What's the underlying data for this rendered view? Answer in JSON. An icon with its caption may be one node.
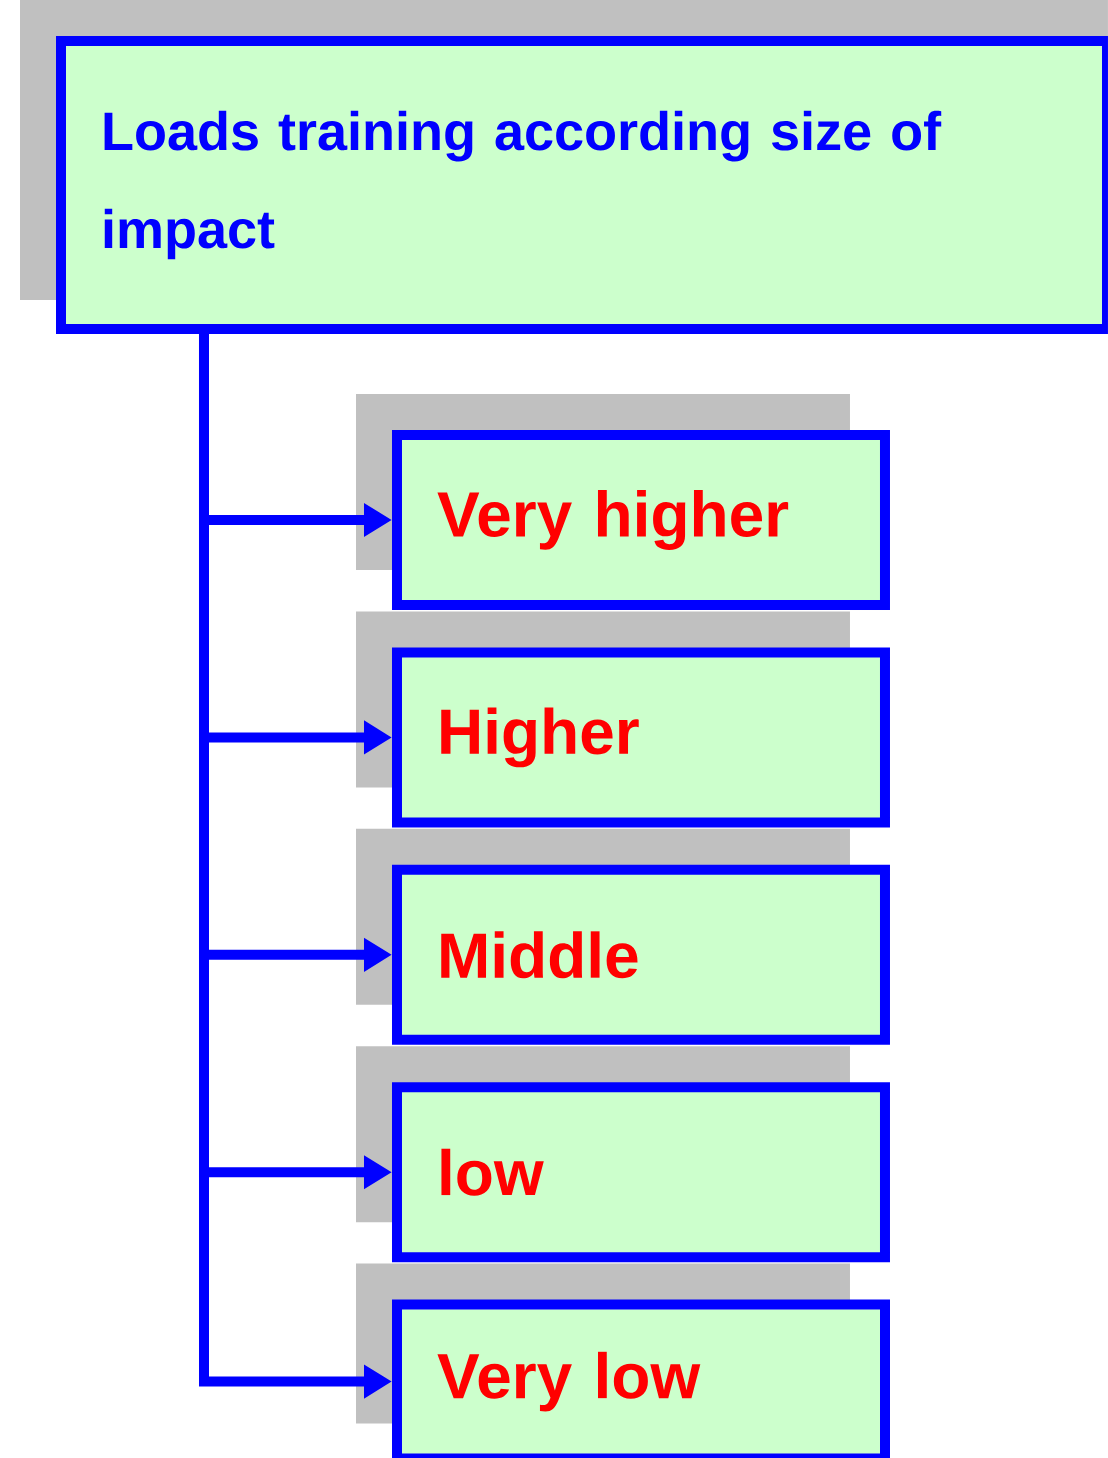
{
  "diagram": {
    "nodes": [
      {
        "text": [
          "Loads training according size of impact"
        ]
      },
      {
        "text": [
          "Very higher"
        ]
      },
      {
        "text": [
          "Higher"
        ]
      },
      {
        "text": [
          "Middle"
        ]
      },
      {
        "text": [
          "low"
        ]
      },
      {
        "text": [
          "Very low"
        ]
      }
    ],
    "edges": [
      {
        "from": 0,
        "to": 1,
        "arrow": "to"
      },
      {
        "from": 0,
        "to": 2,
        "arrow": "to"
      },
      {
        "from": 0,
        "to": 3,
        "arrow": "to"
      },
      {
        "from": 0,
        "to": 4,
        "arrow": "to"
      },
      {
        "from": 0,
        "to": 5,
        "arrow": "to"
      }
    ]
  }
}
